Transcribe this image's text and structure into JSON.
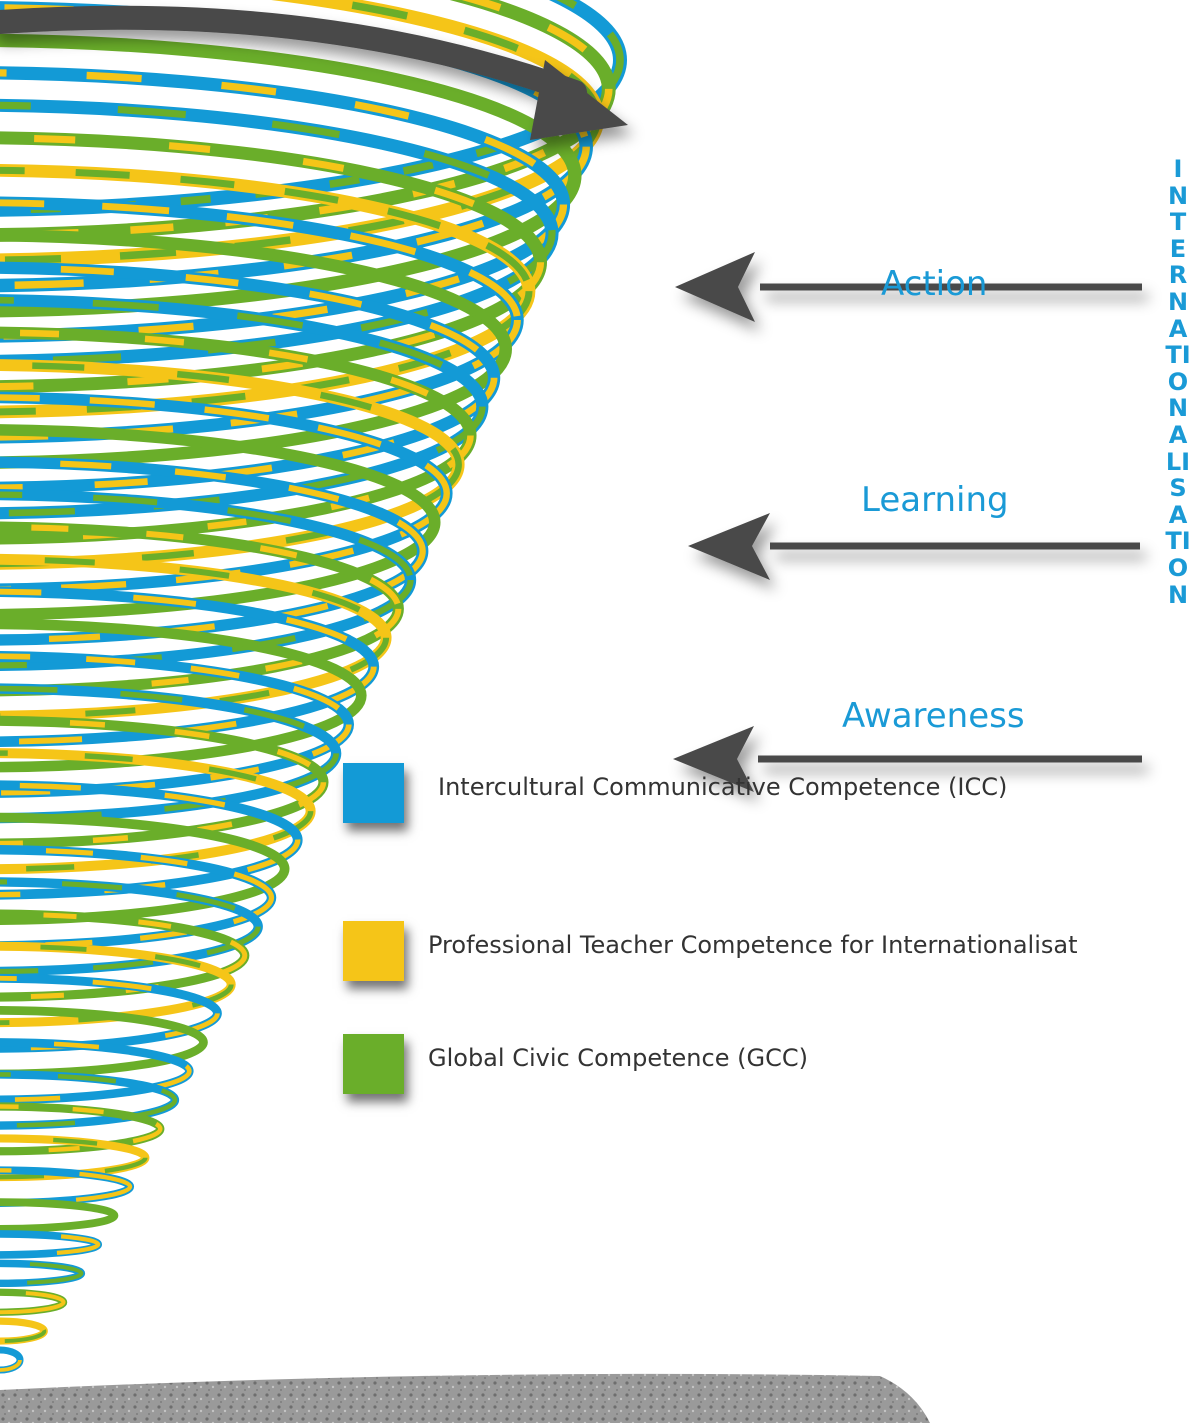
{
  "colors": {
    "icc": "#139ad6",
    "ptci": "#f5c518",
    "gcc": "#6aae2a",
    "label_text": "#1a9ad6",
    "arrow": "#4a4a4a"
  },
  "levels": {
    "action": "Action",
    "learning": "Learning",
    "awareness": "Awareness"
  },
  "vertical_label": "INTERNATIONALISATION",
  "legend": [
    {
      "text": "Intercultural Communicative Competence (ICC)",
      "color_key": "icc"
    },
    {
      "text": "Professional Teacher Competence for Internationalisat",
      "color_key": "ptci"
    },
    {
      "text": "Global Civic Competence (GCC)",
      "color_key": "gcc"
    }
  ]
}
